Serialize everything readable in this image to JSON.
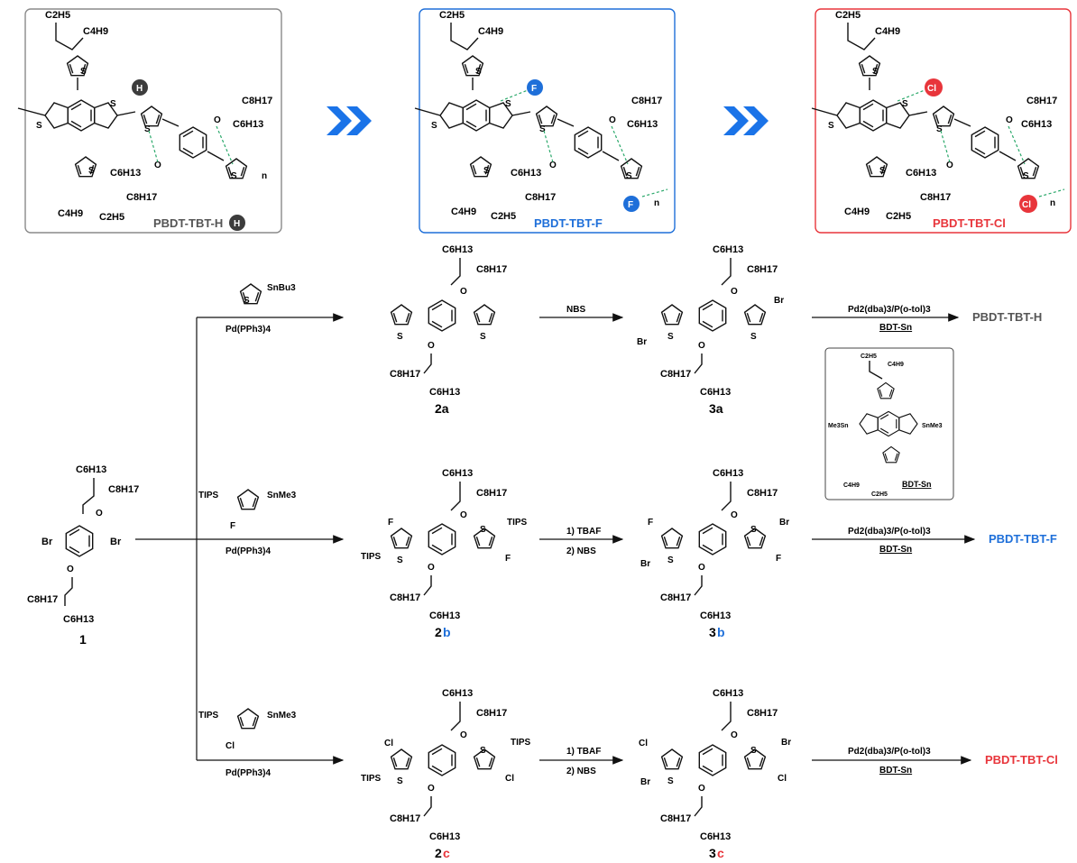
{
  "colors": {
    "gray_frame": "#8a8a8a",
    "blue": "#1e6fd9",
    "red": "#e8353b",
    "chevron": "#1a73e8",
    "h_dot": "#3c3c3c"
  },
  "polymers": [
    {
      "name": "PBDT-TBT-H",
      "atom": "H",
      "color": "#555555"
    },
    {
      "name": "PBDT-TBT-F",
      "atom": "F",
      "color": "#1e6fd9"
    },
    {
      "name": "PBDT-TBT-Cl",
      "atom": "Cl",
      "color": "#e8353b"
    }
  ],
  "substituents": {
    "ethyl": "C2H5",
    "butyl": "C4H9",
    "hexyl": "C6H13",
    "octyl": "C8H17",
    "n": "n",
    "S": "S",
    "O": "O",
    "Br": "Br",
    "F": "F",
    "Cl": "Cl",
    "TIPS": "TIPS",
    "SnBu3": "SnBu3",
    "SnMe3": "SnMe3",
    "Me3Sn": "Me3Sn"
  },
  "reagents": {
    "pd_tetrakis": "Pd(PPh3)4",
    "nbs": "NBS",
    "tbaf_nbs_1": "1) TBAF",
    "tbaf_nbs_2": "2) NBS",
    "stille_catalyst": "Pd2(dba)3/P(o-tol)3",
    "bdt_sn": "BDT-Sn"
  },
  "compounds": {
    "c1": "1",
    "c2a": "2a",
    "c3a": "3a",
    "c2b_num": "2",
    "c2b_letter": "b",
    "c3b_num": "3",
    "c3b_letter": "b",
    "c2c_num": "2",
    "c2c_letter": "c",
    "c3c_num": "3",
    "c3c_letter": "c"
  }
}
